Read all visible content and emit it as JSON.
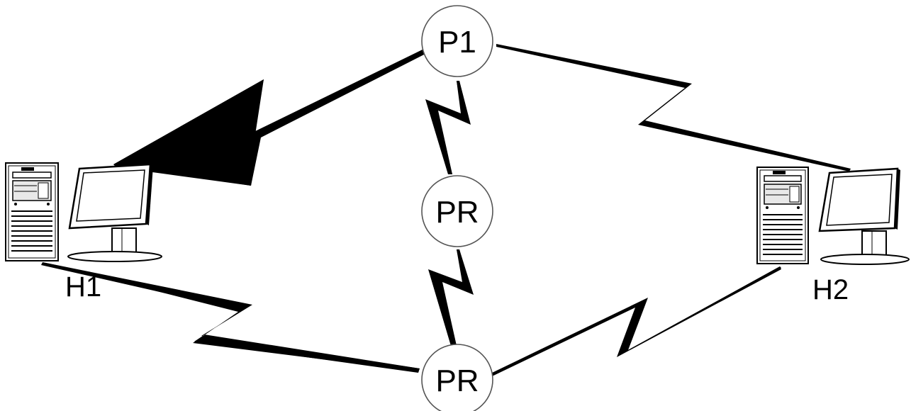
{
  "nodes": {
    "p1": {
      "label": "P1"
    },
    "pr_middle": {
      "label": "PR"
    },
    "pr_bottom": {
      "label": "PR"
    }
  },
  "hosts": {
    "h1": {
      "label": "H1"
    },
    "h2": {
      "label": "H2"
    }
  },
  "colors": {
    "line": "#000000",
    "node_fill": "#ffffff",
    "node_stroke": "#555555",
    "background": "#ffffff"
  },
  "icons": [
    "desktop-computer-icon",
    "desktop-computer-icon"
  ]
}
